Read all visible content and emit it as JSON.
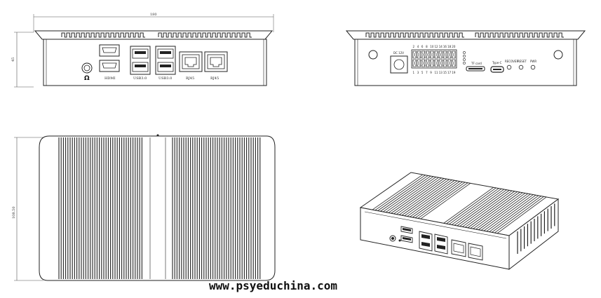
{
  "front_view": {
    "width_dim": "180",
    "height_dim": "45",
    "port_labels": [
      "HDMI",
      "USB3.0",
      "USB3.0",
      "RJ45",
      "RJ45"
    ],
    "audio_symbol": "Ω"
  },
  "rear_view": {
    "pin_numbers_top": [
      "2",
      "4",
      "6",
      "8",
      "10",
      "12",
      "14",
      "16",
      "18",
      "20"
    ],
    "pin_numbers_bottom": [
      "1",
      "3",
      "5",
      "7",
      "9",
      "11",
      "13",
      "15",
      "17",
      "19"
    ],
    "dc_label": "DC 12V",
    "sd_label": "TF card",
    "typec_label": "Type-C",
    "reset_label": "RESET",
    "misc_labels": [
      "RECOVER",
      "RESET",
      "PWR"
    ]
  },
  "top_view": {
    "depth_dim": "108.50"
  },
  "watermark": "www.psyeduchina.com"
}
